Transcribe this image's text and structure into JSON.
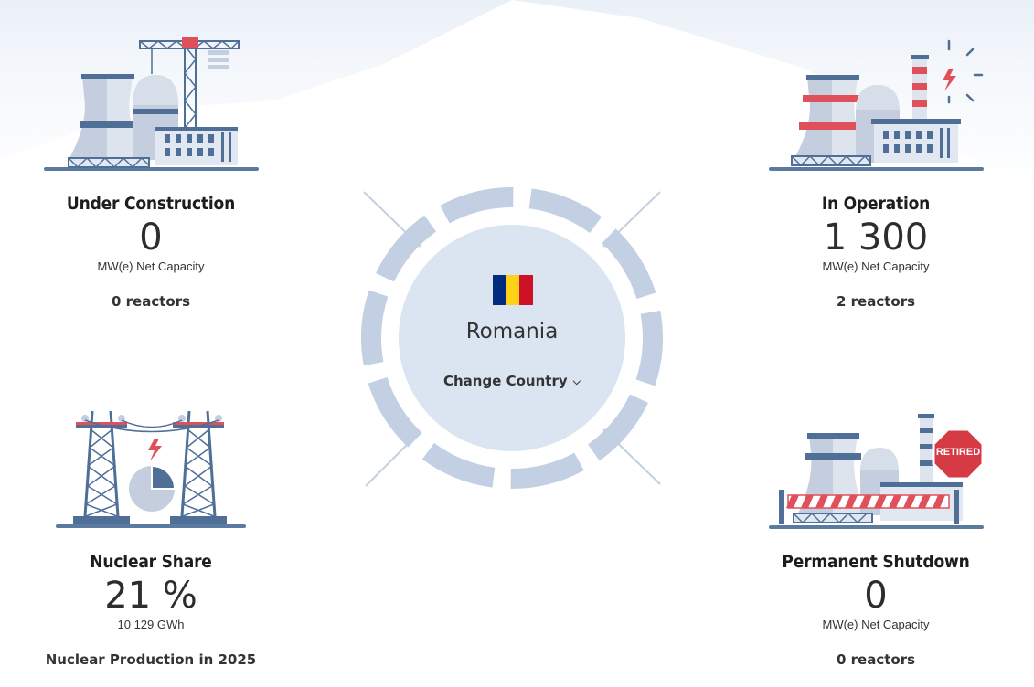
{
  "country": {
    "name": "Romania",
    "change_label": "Change Country",
    "flag_colors": [
      "#002B7F",
      "#FCD116",
      "#CE1126"
    ]
  },
  "panels": {
    "under_construction": {
      "title": "Under Construction",
      "value": "0",
      "unit": "MW(e) Net Capacity",
      "count": "0 reactors"
    },
    "in_operation": {
      "title": "In Operation",
      "value": "1 300",
      "unit": "MW(e) Net Capacity",
      "count": "2 reactors"
    },
    "nuclear_share": {
      "title": "Nuclear Share",
      "value": "21 %",
      "unit": "10 129 GWh",
      "count": "Nuclear Production in 2025"
    },
    "permanent_shutdown": {
      "title": "Permanent Shutdown",
      "value": "0",
      "unit": "MW(e) Net Capacity",
      "count": "0 reactors",
      "sign_text": "RETIRED"
    }
  },
  "colors": {
    "accent_blue": "#4f6f96",
    "accent_red": "#e0505a",
    "light_blue": "#c3cfe2",
    "hub_fill": "#dbe5f1"
  },
  "icons": [
    "construction-plant-icon",
    "operating-plant-icon",
    "power-pylon-icon",
    "retired-plant-icon",
    "chevron-down-icon"
  ]
}
